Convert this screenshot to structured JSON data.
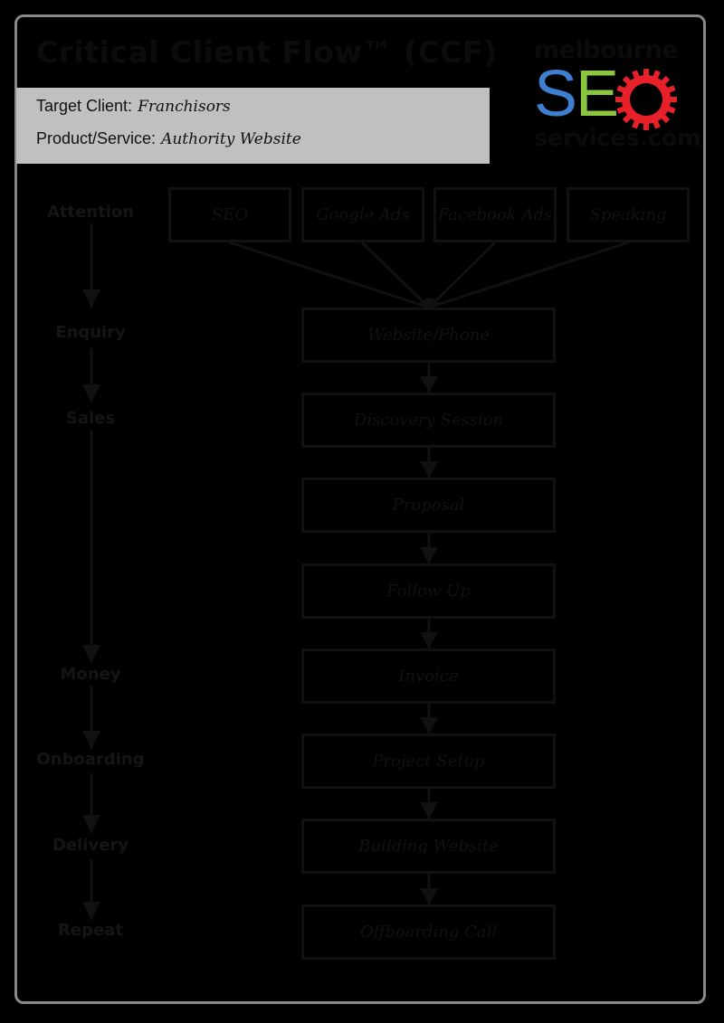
{
  "title": "Critical Client Flow™ (CCF)",
  "info": {
    "target_client_label": "Target Client:",
    "target_client_value": "Franchisors",
    "product_label": "Product/Service:",
    "product_value": "Authority Website"
  },
  "logo": {
    "top": "melbourne",
    "s": "S",
    "e": "E",
    "gear_icon": "gear-icon (O)",
    "bottom": "services.com",
    "colors": {
      "s": "#3f7fcf",
      "e": "#8cc63f",
      "gear": "#e8202a"
    }
  },
  "stages": [
    {
      "label": "Attention"
    },
    {
      "label": "Enquiry"
    },
    {
      "label": "Sales"
    },
    {
      "label": "Money"
    },
    {
      "label": "Onboarding"
    },
    {
      "label": "Delivery"
    },
    {
      "label": "Repeat"
    }
  ],
  "attention_channels": [
    "SEO",
    "Google Ads",
    "Facebook Ads",
    "Speaking"
  ],
  "flow_steps": [
    "Website/Phone",
    "Discovery Session",
    "Proposal",
    "Follow Up",
    "Invoice",
    "Project Setup",
    "Building Website",
    "Offboarding Call"
  ],
  "colors": {
    "background": "#000000",
    "frame": "#888888",
    "infobox": "#c0c0c0"
  }
}
